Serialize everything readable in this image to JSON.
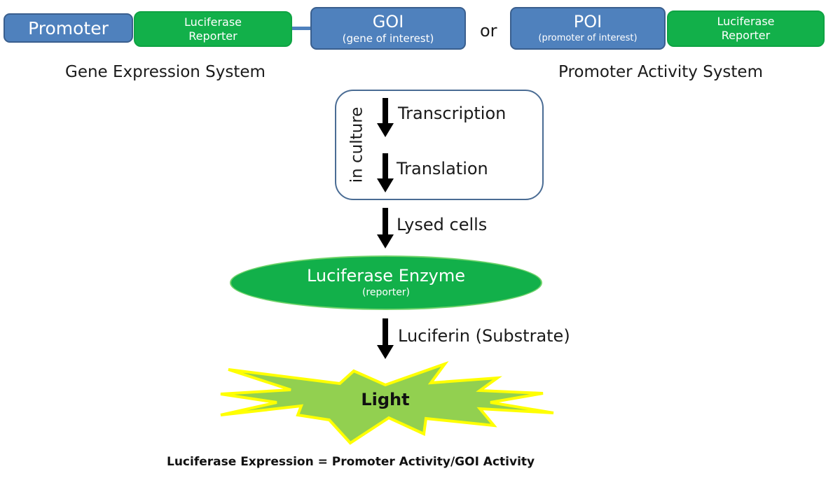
{
  "constructs": {
    "gene_expression": {
      "promoter_label": "Promoter",
      "reporter_line1": "Luciferase",
      "reporter_line2": "Reporter",
      "goi_label": "GOI",
      "goi_sub": "(gene of interest)",
      "caption": "Gene Expression System"
    },
    "separator": "or",
    "promoter_activity": {
      "poi_label": "POI",
      "poi_sub": "(promoter of interest)",
      "reporter_line1": "Luciferase",
      "reporter_line2": "Reporter",
      "caption": "Promoter Activity System"
    }
  },
  "culture_box": {
    "label": "in culture",
    "steps": [
      "Transcription",
      "Translation"
    ]
  },
  "flow": {
    "lysis_step": "Lysed cells",
    "enzyme_label": "Luciferase Enzyme",
    "enzyme_sub": "(reporter)",
    "substrate_step": "Luciferin (Substrate)",
    "output_label": "Light"
  },
  "equation": "Luciferase Expression = Promoter Activity/GOI Activity",
  "colors": {
    "blue_box": "#4f81bd",
    "green_box": "#12b04a",
    "light_fill": "#92d050",
    "light_outline": "#ffff00"
  }
}
